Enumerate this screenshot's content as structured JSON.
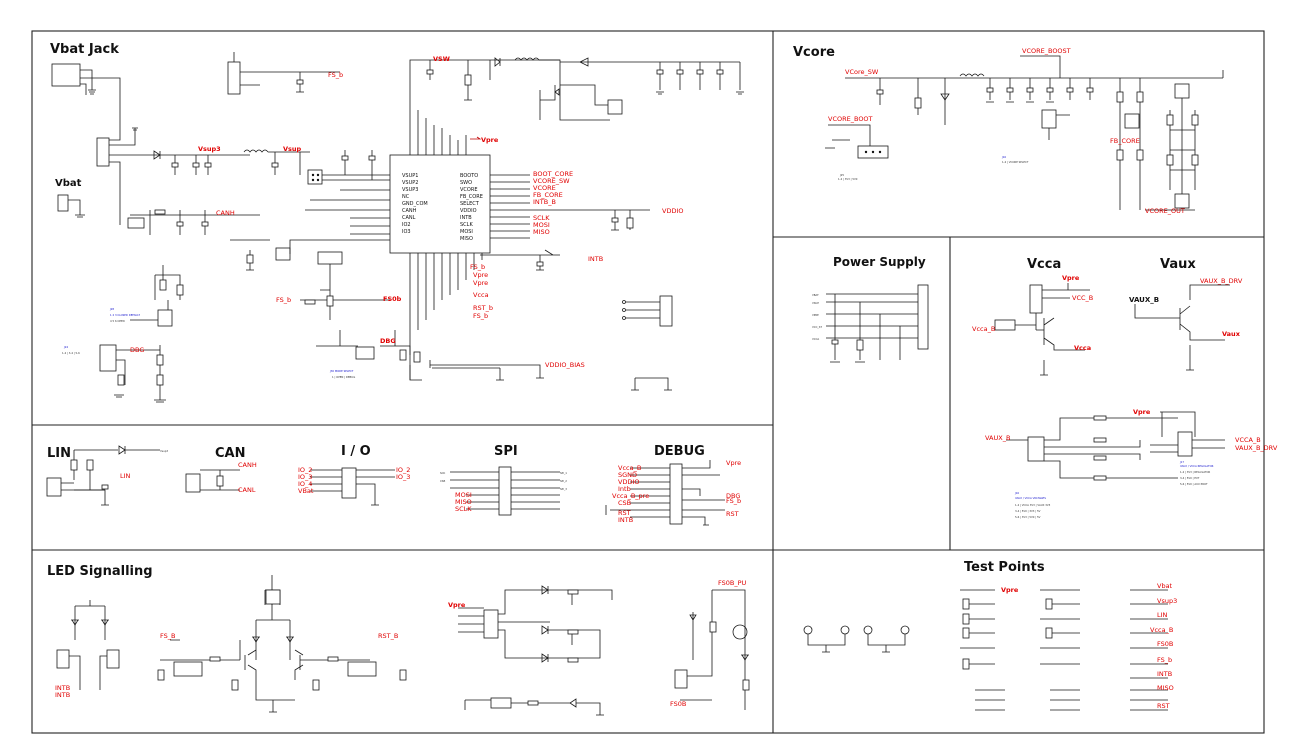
{
  "sections": {
    "vbat_jack": "Vbat Jack",
    "vcore": "Vcore",
    "power_supply": "Power Supply",
    "vcca": "Vcca",
    "vaux": "Vaux",
    "lin": "LIN",
    "can": "CAN",
    "io": "I / O",
    "spi": "SPI",
    "debug": "DEBUG",
    "led_signalling": "LED Signalling",
    "test_points": "Test Points"
  },
  "labels": {
    "vbat": "Vbat",
    "vsw": "VSW",
    "vsup3": "Vsup3",
    "vsup": "Vsup",
    "vpre_main": "Vpre",
    "fs0b": "FS0b",
    "dbg": "DBG",
    "vpre_vcca": "Vpre",
    "vcca_out": "Vcca",
    "vaux_b": "VAUX_B",
    "vaux_out": "Vaux",
    "vpre_bottom": "Vpre",
    "vpre_testpoint": "Vpre"
  }
}
